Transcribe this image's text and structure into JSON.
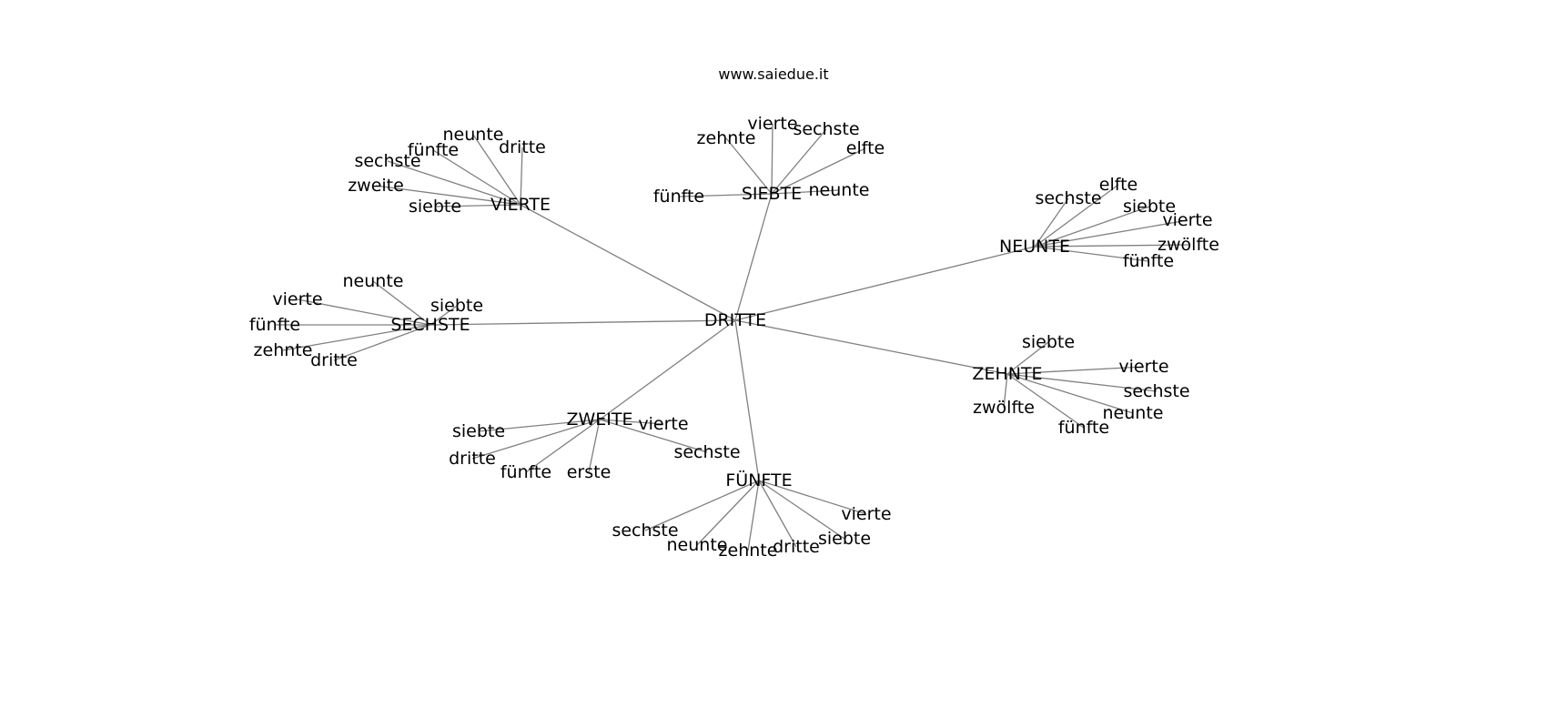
{
  "title": "www.saiedue.it",
  "colors": {
    "edge": "#808080",
    "text": "#000000",
    "background": "#ffffff"
  },
  "graph": {
    "root": "DRITTE",
    "hubs": [
      {
        "label": "VIERTE",
        "leaves": [
          "neunte",
          "dritte",
          "fünfte",
          "sechste",
          "zweite",
          "siebte"
        ]
      },
      {
        "label": "SIEBTE",
        "leaves": [
          "vierte",
          "sechste",
          "zehnte",
          "elfte",
          "fünfte",
          "neunte"
        ]
      },
      {
        "label": "NEUNTE",
        "leaves": [
          "elfte",
          "sechste",
          "siebte",
          "vierte",
          "zwölfte",
          "fünfte"
        ]
      },
      {
        "label": "SECHSTE",
        "leaves": [
          "neunte",
          "vierte",
          "siebte",
          "fünfte",
          "zehnte",
          "dritte"
        ]
      },
      {
        "label": "ZEHNTE",
        "leaves": [
          "siebte",
          "vierte",
          "sechste",
          "zwölfte",
          "neunte",
          "fünfte"
        ]
      },
      {
        "label": "ZWEITE",
        "leaves": [
          "siebte",
          "vierte",
          "dritte",
          "sechste",
          "fünfte",
          "erste"
        ]
      },
      {
        "label": "FÜNFTE",
        "leaves": [
          "vierte",
          "sechste",
          "siebte",
          "neunte",
          "dritte",
          "zehnte"
        ]
      }
    ]
  }
}
